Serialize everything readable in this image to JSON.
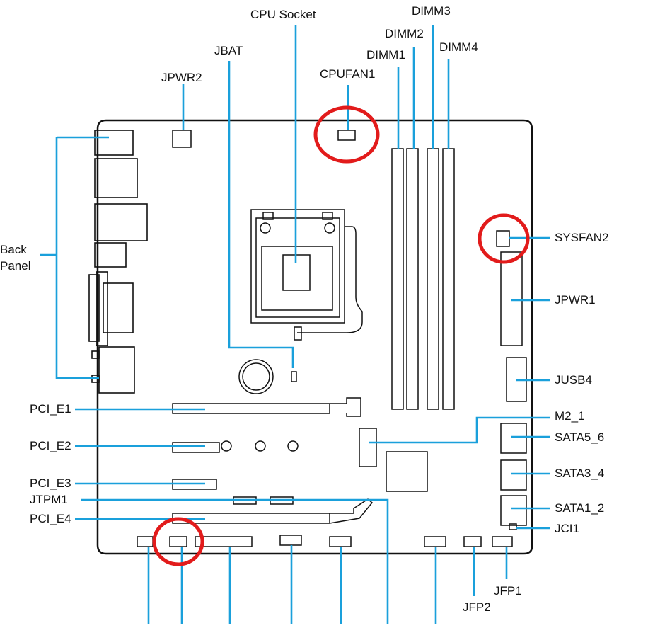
{
  "diagram": {
    "labels": {
      "cpu_socket": "CPU Socket",
      "dimm1": "DIMM1",
      "dimm2": "DIMM2",
      "dimm3": "DIMM3",
      "dimm4": "DIMM4",
      "jbat": "JBAT",
      "jpwr2": "JPWR2",
      "cpufan1": "CPUFAN1",
      "back_panel_line1": "Back",
      "back_panel_line2": "Panel",
      "sysfan2": "SYSFAN2",
      "jpwr1": "JPWR1",
      "jusb4": "JUSB4",
      "m2_1": "M2_1",
      "sata5_6": "SATA5_6",
      "sata3_4": "SATA3_4",
      "sata1_2": "SATA1_2",
      "jci1": "JCI1",
      "pci_e1": "PCI_E1",
      "pci_e2": "PCI_E2",
      "pci_e3": "PCI_E3",
      "jtpm1": "JTPM1",
      "pci_e4": "PCI_E4",
      "jfp1": "JFP1",
      "jfp2": "JFP2"
    },
    "colors": {
      "leader": "#1aa0db",
      "highlight": "#e21b1b",
      "outline": "#111111",
      "background": "#ffffff"
    }
  }
}
